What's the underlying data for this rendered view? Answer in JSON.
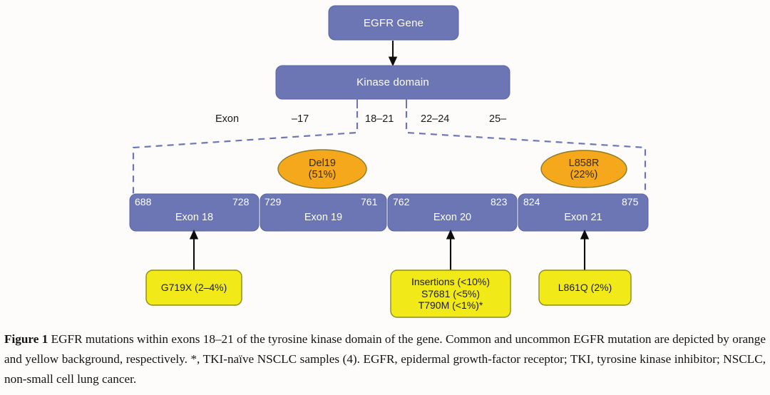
{
  "figure": {
    "top_node": {
      "label": "EGFR Gene"
    },
    "kinase_node": {
      "label": "Kinase domain"
    },
    "axis": {
      "row_title": "Exon",
      "ticks": [
        "–17",
        "18–21",
        "22–24",
        "25–"
      ]
    },
    "common_mutations": [
      {
        "name": "Del19",
        "freq": "(51%)"
      },
      {
        "name": "L858R",
        "freq": "(22%)"
      }
    ],
    "exons": [
      {
        "name": "Exon 18",
        "start": "688",
        "end": "728"
      },
      {
        "name": "Exon 19",
        "start": "729",
        "end": "761"
      },
      {
        "name": "Exon 20",
        "start": "762",
        "end": "823"
      },
      {
        "name": "Exon 21",
        "start": "824",
        "end": "875"
      }
    ],
    "uncommon_mutations": [
      {
        "lines": [
          "G719X (2–4%)"
        ]
      },
      {
        "lines": [
          "Insertions (<10%)",
          "S7681 (<5%)",
          "T790M (<1%)*"
        ]
      },
      {
        "lines": [
          "L861Q (2%)"
        ]
      }
    ],
    "colors": {
      "blue_fill": "#6c76b4",
      "blue_stroke": "#5a64a4",
      "orange_fill": "#f5a81c",
      "orange_stroke": "#8a7a28",
      "yellow_fill": "#f2ea18",
      "yellow_stroke": "#8f8a1c",
      "dashed_line": "#6c76b4",
      "arrow": "#0d0d0d",
      "background": "#fdfcfa"
    }
  },
  "caption": {
    "label": "Figure 1",
    "text": " EGFR mutations within exons 18–21 of the tyrosine kinase domain of the gene. Common and uncommon EGFR mutation are depicted by orange and yellow background, respectively. *, TKI-naïve NSCLC samples (4). EGFR, epidermal growth-factor receptor; TKI, tyrosine kinase inhibitor; NSCLC, non-small cell lung cancer."
  }
}
